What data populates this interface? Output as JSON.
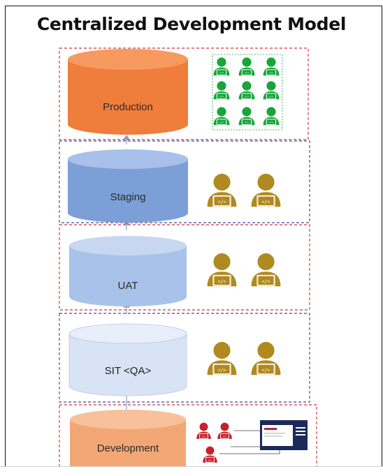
{
  "title": "Centralized Development Model",
  "tiers": [
    {
      "label": "Production",
      "color": "#ef7d3c",
      "top_color": "#f79a60",
      "frame": "red",
      "developers": 9,
      "developer_color": "#16a63a"
    },
    {
      "label": "Staging",
      "color": "#7c9fd8",
      "top_color": "#a9c0ea",
      "frame": "blue",
      "developers": 2,
      "developer_color": "#b0891f"
    },
    {
      "label": "UAT",
      "color": "#a9c2e9",
      "top_color": "#c7d7f2",
      "frame": "red",
      "developers": 2,
      "developer_color": "#b0891f"
    },
    {
      "label": "SIT <QA>",
      "color": "#d9e3f6",
      "top_color": "#e8eefa",
      "frame": "blue",
      "developers": 2,
      "developer_color": "#b0891f"
    },
    {
      "label": "Development",
      "color": "#f3a774",
      "top_color": "#f8c09b",
      "frame": "red",
      "developers": 3,
      "developer_color": "#c8202a"
    }
  ],
  "icons": {
    "developer": "developer-laptop-icon",
    "screen": "monitor-icon",
    "arrow": "arrow-up-icon"
  }
}
